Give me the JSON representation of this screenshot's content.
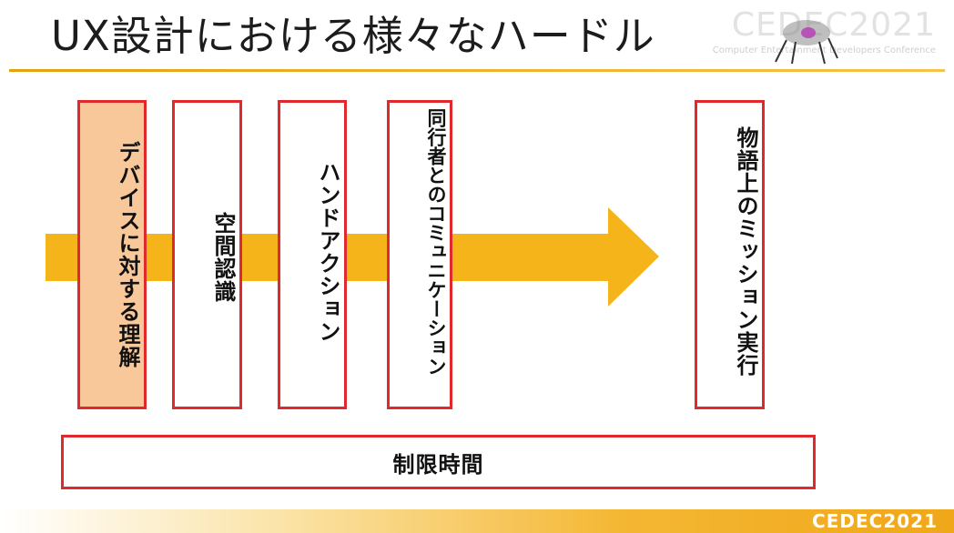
{
  "slide": {
    "title": "UX設計における様々なハードル"
  },
  "header_logo": {
    "word": "CEDEC2021",
    "subtitle": "Computer Entertainment Developers Conference"
  },
  "stages": [
    {
      "label": "デバイスに対する理解",
      "highlighted": true
    },
    {
      "label": "空間認識",
      "highlighted": false
    },
    {
      "label": "ハンドアクション",
      "highlighted": false
    },
    {
      "label": "同行者とのコミュニケーション",
      "highlighted": false
    },
    {
      "label": "物語上のミッション実行",
      "highlighted": false
    }
  ],
  "time_limit": {
    "label": "制限時間"
  },
  "footer_logo": {
    "word": "CEDEC2021"
  },
  "colors": {
    "accent_red": "#e0292c",
    "arrow_yellow": "#f5b41a",
    "highlight_fill": "#f9c89a"
  }
}
